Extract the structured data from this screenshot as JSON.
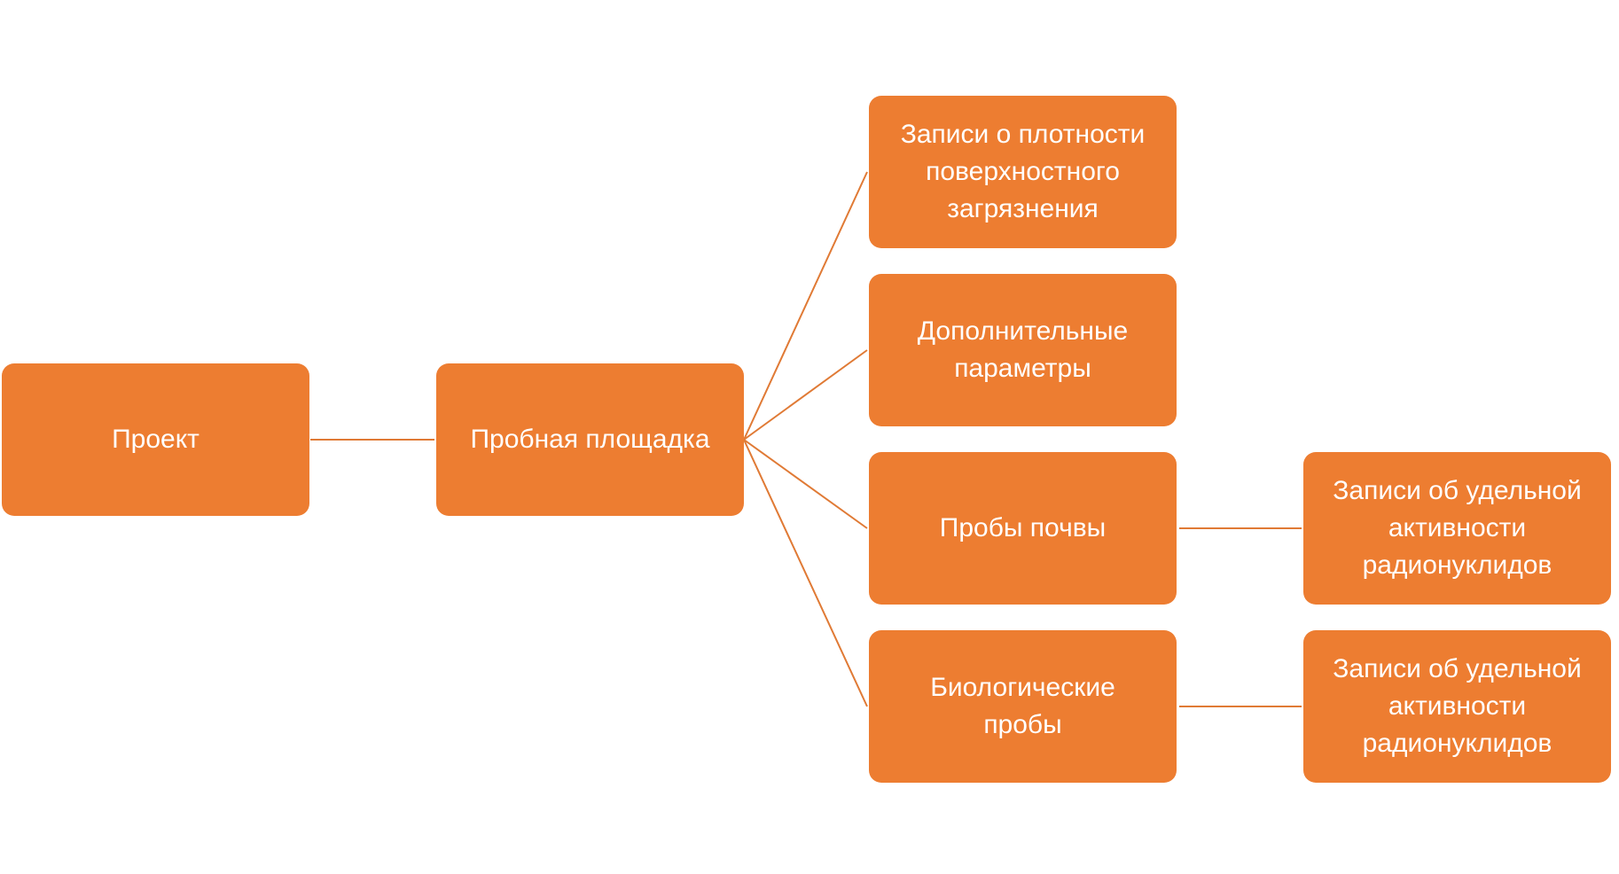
{
  "colors": {
    "node_fill": "#ED7D31",
    "connector": "#E07A35",
    "text": "#FFFFFF"
  },
  "nodes": {
    "project": "Проект",
    "test_site": "Пробная площадка",
    "surface_density": "Записи о плотности поверхностного загрязнения",
    "extra_params": "Дополнительные параметры",
    "soil_samples": "Пробы почвы",
    "bio_samples": "Биологические пробы",
    "soil_activity": "Записи об удельной активности радионуклидов",
    "bio_activity": "Записи об удельной активности радионуклидов"
  }
}
